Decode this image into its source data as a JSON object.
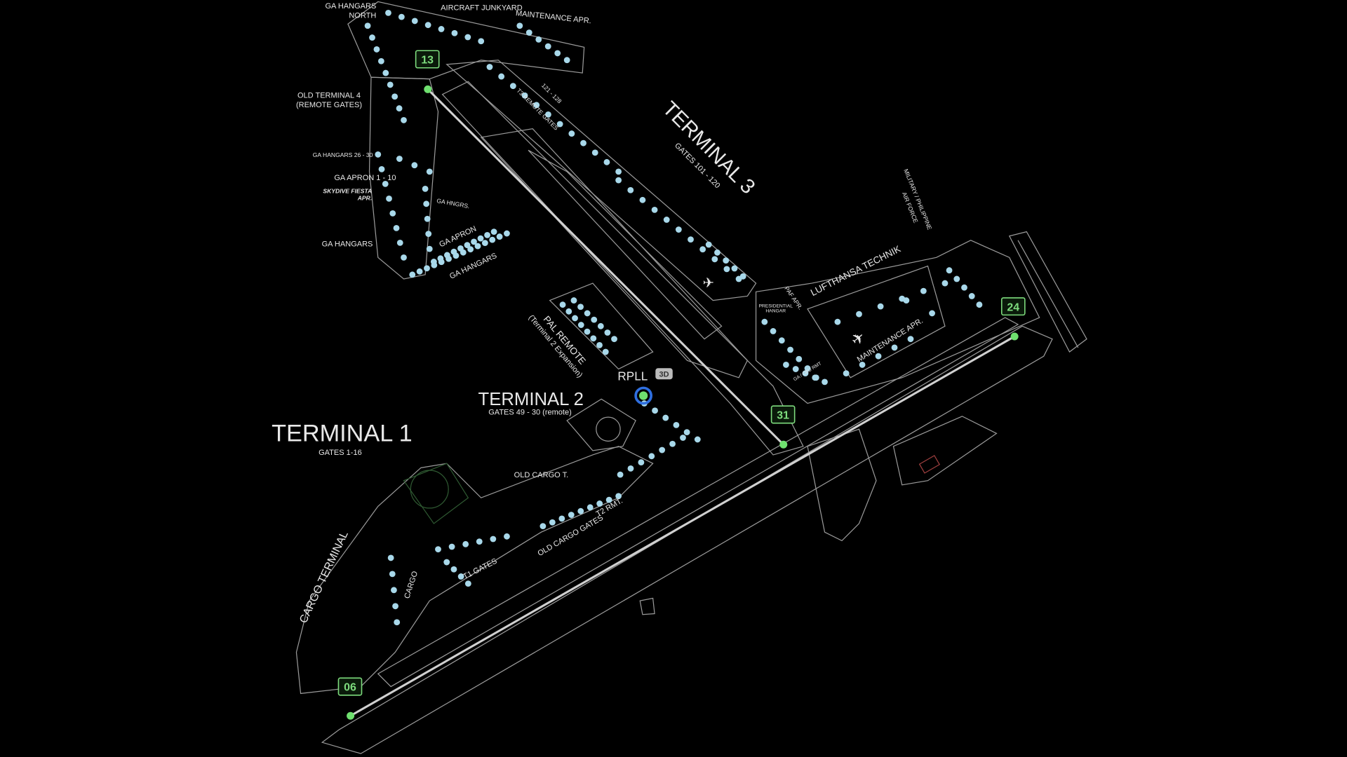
{
  "airport": {
    "icao": "RPLL",
    "view_badge": "3D"
  },
  "runways": [
    {
      "id": "13"
    },
    {
      "id": "31"
    },
    {
      "id": "24"
    },
    {
      "id": "06"
    }
  ],
  "labels": {
    "ga_hangars_north_1": "GA HANGARS",
    "ga_hangars_north_2": "NORTH",
    "aircraft_junkyard": "AIRCRAFT JUNKYARD",
    "maintenance_apr_north": "MAINTENANCE APR.",
    "old_terminal_4_1": "OLD TERMINAL 4",
    "old_terminal_4_2": "(REMOTE GATES)",
    "t3_remote_gates": "T3 REMOTE GATES",
    "t3_remote_range": "121 - 128",
    "ga_hangars_26_30": "GA HANGARS 26 - 30",
    "ga_apron_1_10": "GA APRON 1 - 10",
    "skydive_1": "SKYDIVE FIESTA",
    "skydive_2": "APR.",
    "ga_hngrs": "GA HNGRS.",
    "ga_apron": "GA APRON",
    "ga_hangars_west": "GA HANGARS",
    "ga_hangars_south": "GA HANGARS",
    "terminal_3": "TERMINAL 3",
    "terminal_3_gates": "GATES 101 - 120",
    "military_1": "MILITARY / PHILIPPINE",
    "military_2": "AIR FORCE",
    "lufthansa": "LUFTHANSA TECHNIK",
    "paf_apr": "PAF APR.",
    "presidential_1": "PRESIDENTIAL",
    "presidential_2": "HANGAR",
    "maintenance_apr_east": "MAINTENANCE APR.",
    "ga_cbu_rmt": "GA / CBU RMT",
    "pal_remote": "PAL REMOTE",
    "pal_remote_sub": "(Terminal 2 Expansion)",
    "terminal_2": "TERMINAL 2",
    "terminal_2_gates": "GATES 49 - 30 (remote)",
    "terminal_1": "TERMINAL 1",
    "terminal_1_gates": "GATES 1-16",
    "old_cargo_t": "OLD CARGO T.",
    "t2_rmt": "T2 RMT.",
    "old_cargo_gates": "OLD CARGO GATES",
    "t1_gates": "T1 GATES",
    "cargo": "CARGO",
    "cargo_terminal": "CARGO TERMINAL"
  },
  "colors": {
    "gate": "#a8d8ea",
    "runway_label": "#7ddc7d",
    "position_marker": "#2f6fe0"
  }
}
